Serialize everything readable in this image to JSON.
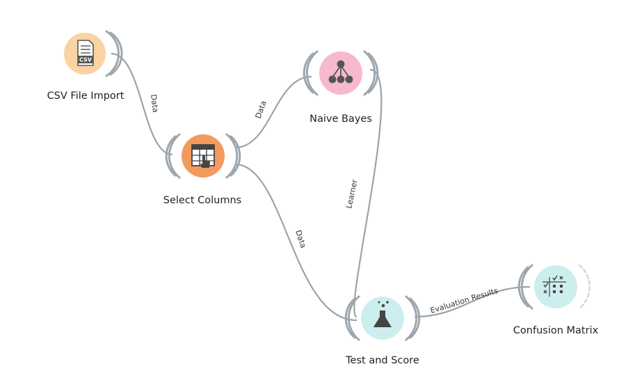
{
  "nodes": {
    "csv": {
      "label": "CSV File Import",
      "icon": "csv-file-icon",
      "badge": "CSV",
      "color": "#fbd2a4"
    },
    "select": {
      "label": "Select Columns",
      "icon": "select-columns-icon",
      "color": "#f39a5f"
    },
    "bayes": {
      "label": "Naive Bayes",
      "icon": "naive-bayes-icon",
      "color": "#f7b9cf"
    },
    "test": {
      "label": "Test and Score",
      "icon": "flask-icon",
      "color": "#cdeeee"
    },
    "confusion": {
      "label": "Confusion Matrix",
      "icon": "confusion-matrix-icon",
      "color": "#cdeeee"
    }
  },
  "links": {
    "csv_select": "Data",
    "select_bayes": "Data",
    "select_test": "Data",
    "bayes_test": "Learner",
    "test_confusion": "Evaluation Results"
  },
  "colors": {
    "link": "#9aa3ab",
    "channel": "#9ea6ad"
  }
}
